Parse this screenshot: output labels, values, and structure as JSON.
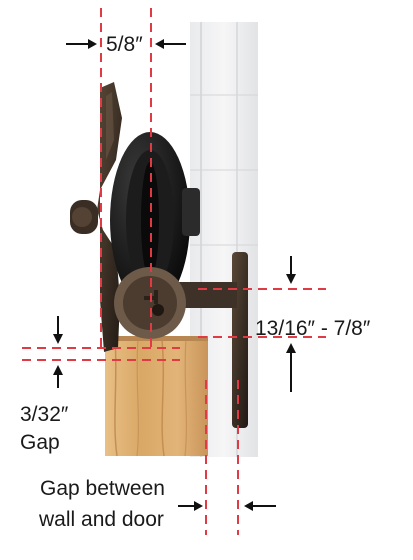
{
  "labels": {
    "top_width": "5/8″",
    "track_range": "13/16″ - 7/8″",
    "bottom_gap_line1": "3/32″",
    "bottom_gap_line2": "Gap",
    "wall_gap_line1": "Gap between",
    "wall_gap_line2": "wall and door"
  },
  "colors": {
    "dimension_line": "#e03a44",
    "arrow": "#111111",
    "wood": "#d9a866",
    "hardware": "#2b231c",
    "wheel": "#141414"
  }
}
